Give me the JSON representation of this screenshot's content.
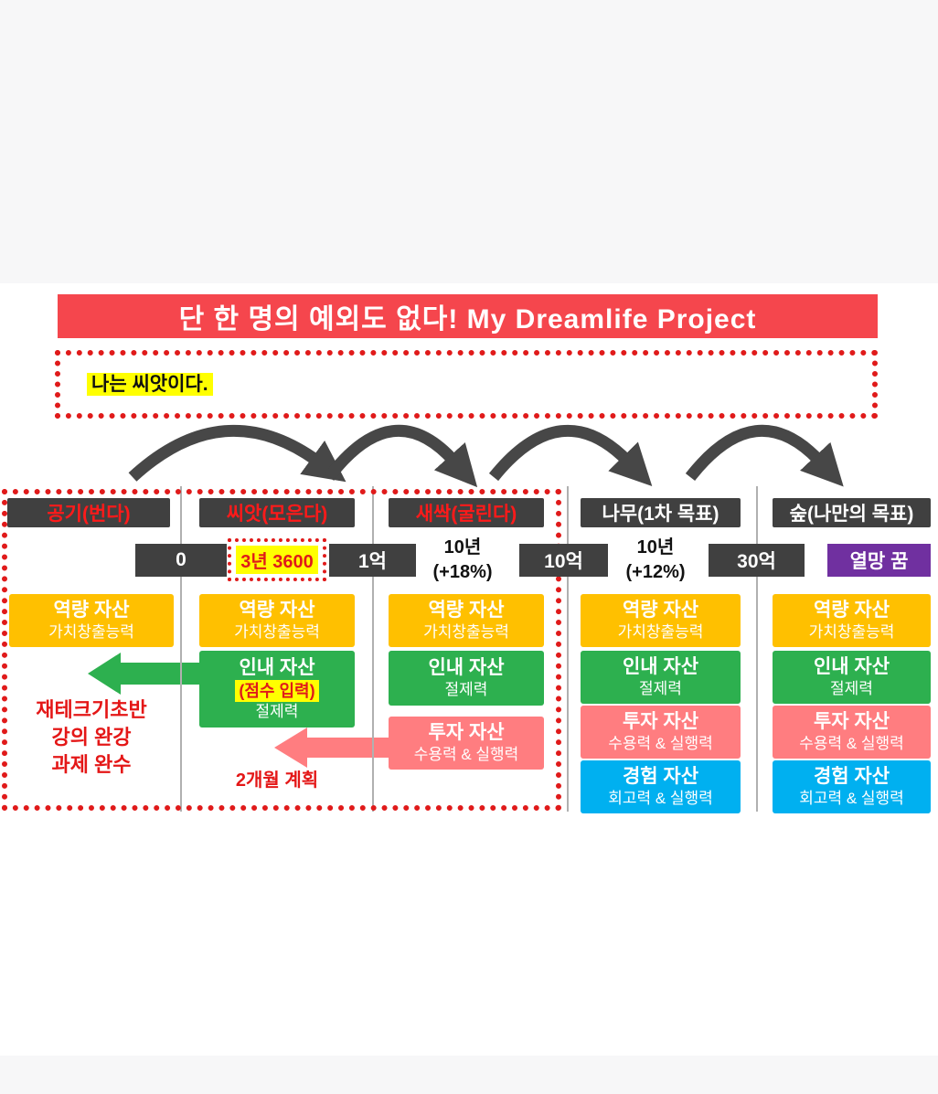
{
  "banner": {
    "title": "단 한 명의 예외도 없다! My Dreamlife Project"
  },
  "intro": {
    "text": "나는 씨앗이다."
  },
  "columns": [
    {
      "header": "공기(번다)"
    },
    {
      "header": "씨앗(모은다)"
    },
    {
      "header": "새싹(굴린다)"
    },
    {
      "header": "나무(1차 목표)"
    },
    {
      "header": "숲(나만의 목표)"
    }
  ],
  "milestones": {
    "start": "0",
    "seed_plan": "3년 3600",
    "first": "1억",
    "growth1_line1": "10년",
    "growth1_line2": "(+18%)",
    "second": "10억",
    "growth2_line1": "10년",
    "growth2_line2": "(+12%)",
    "third": "30억",
    "goal": "열망 꿈"
  },
  "assets": {
    "competency": {
      "title": "역량 자산",
      "subtitle": "가치창출능력"
    },
    "patience": {
      "title": "인내 자산",
      "subtitle": "절제력",
      "score_note": "(점수 입력)"
    },
    "investment": {
      "title": "투자 자산",
      "subtitle": "수용력 & 실행력"
    },
    "experience": {
      "title": "경험 자산",
      "subtitle": "회고력 & 실행력"
    }
  },
  "notes": {
    "course_line1": "재테크기초반",
    "course_line2": "강의 완강",
    "course_line3": "과제 완수",
    "two_month_plan": "2개월 계획"
  },
  "colors": {
    "banner_red": "#f5464d",
    "dark_gray": "#404040",
    "orange": "#ffc000",
    "green": "#2db04f",
    "pink": "#ff7d80",
    "blue": "#00b0f0",
    "purple": "#7030a0",
    "highlight_yellow": "#ffff00",
    "accent_red": "#e01a1a"
  }
}
